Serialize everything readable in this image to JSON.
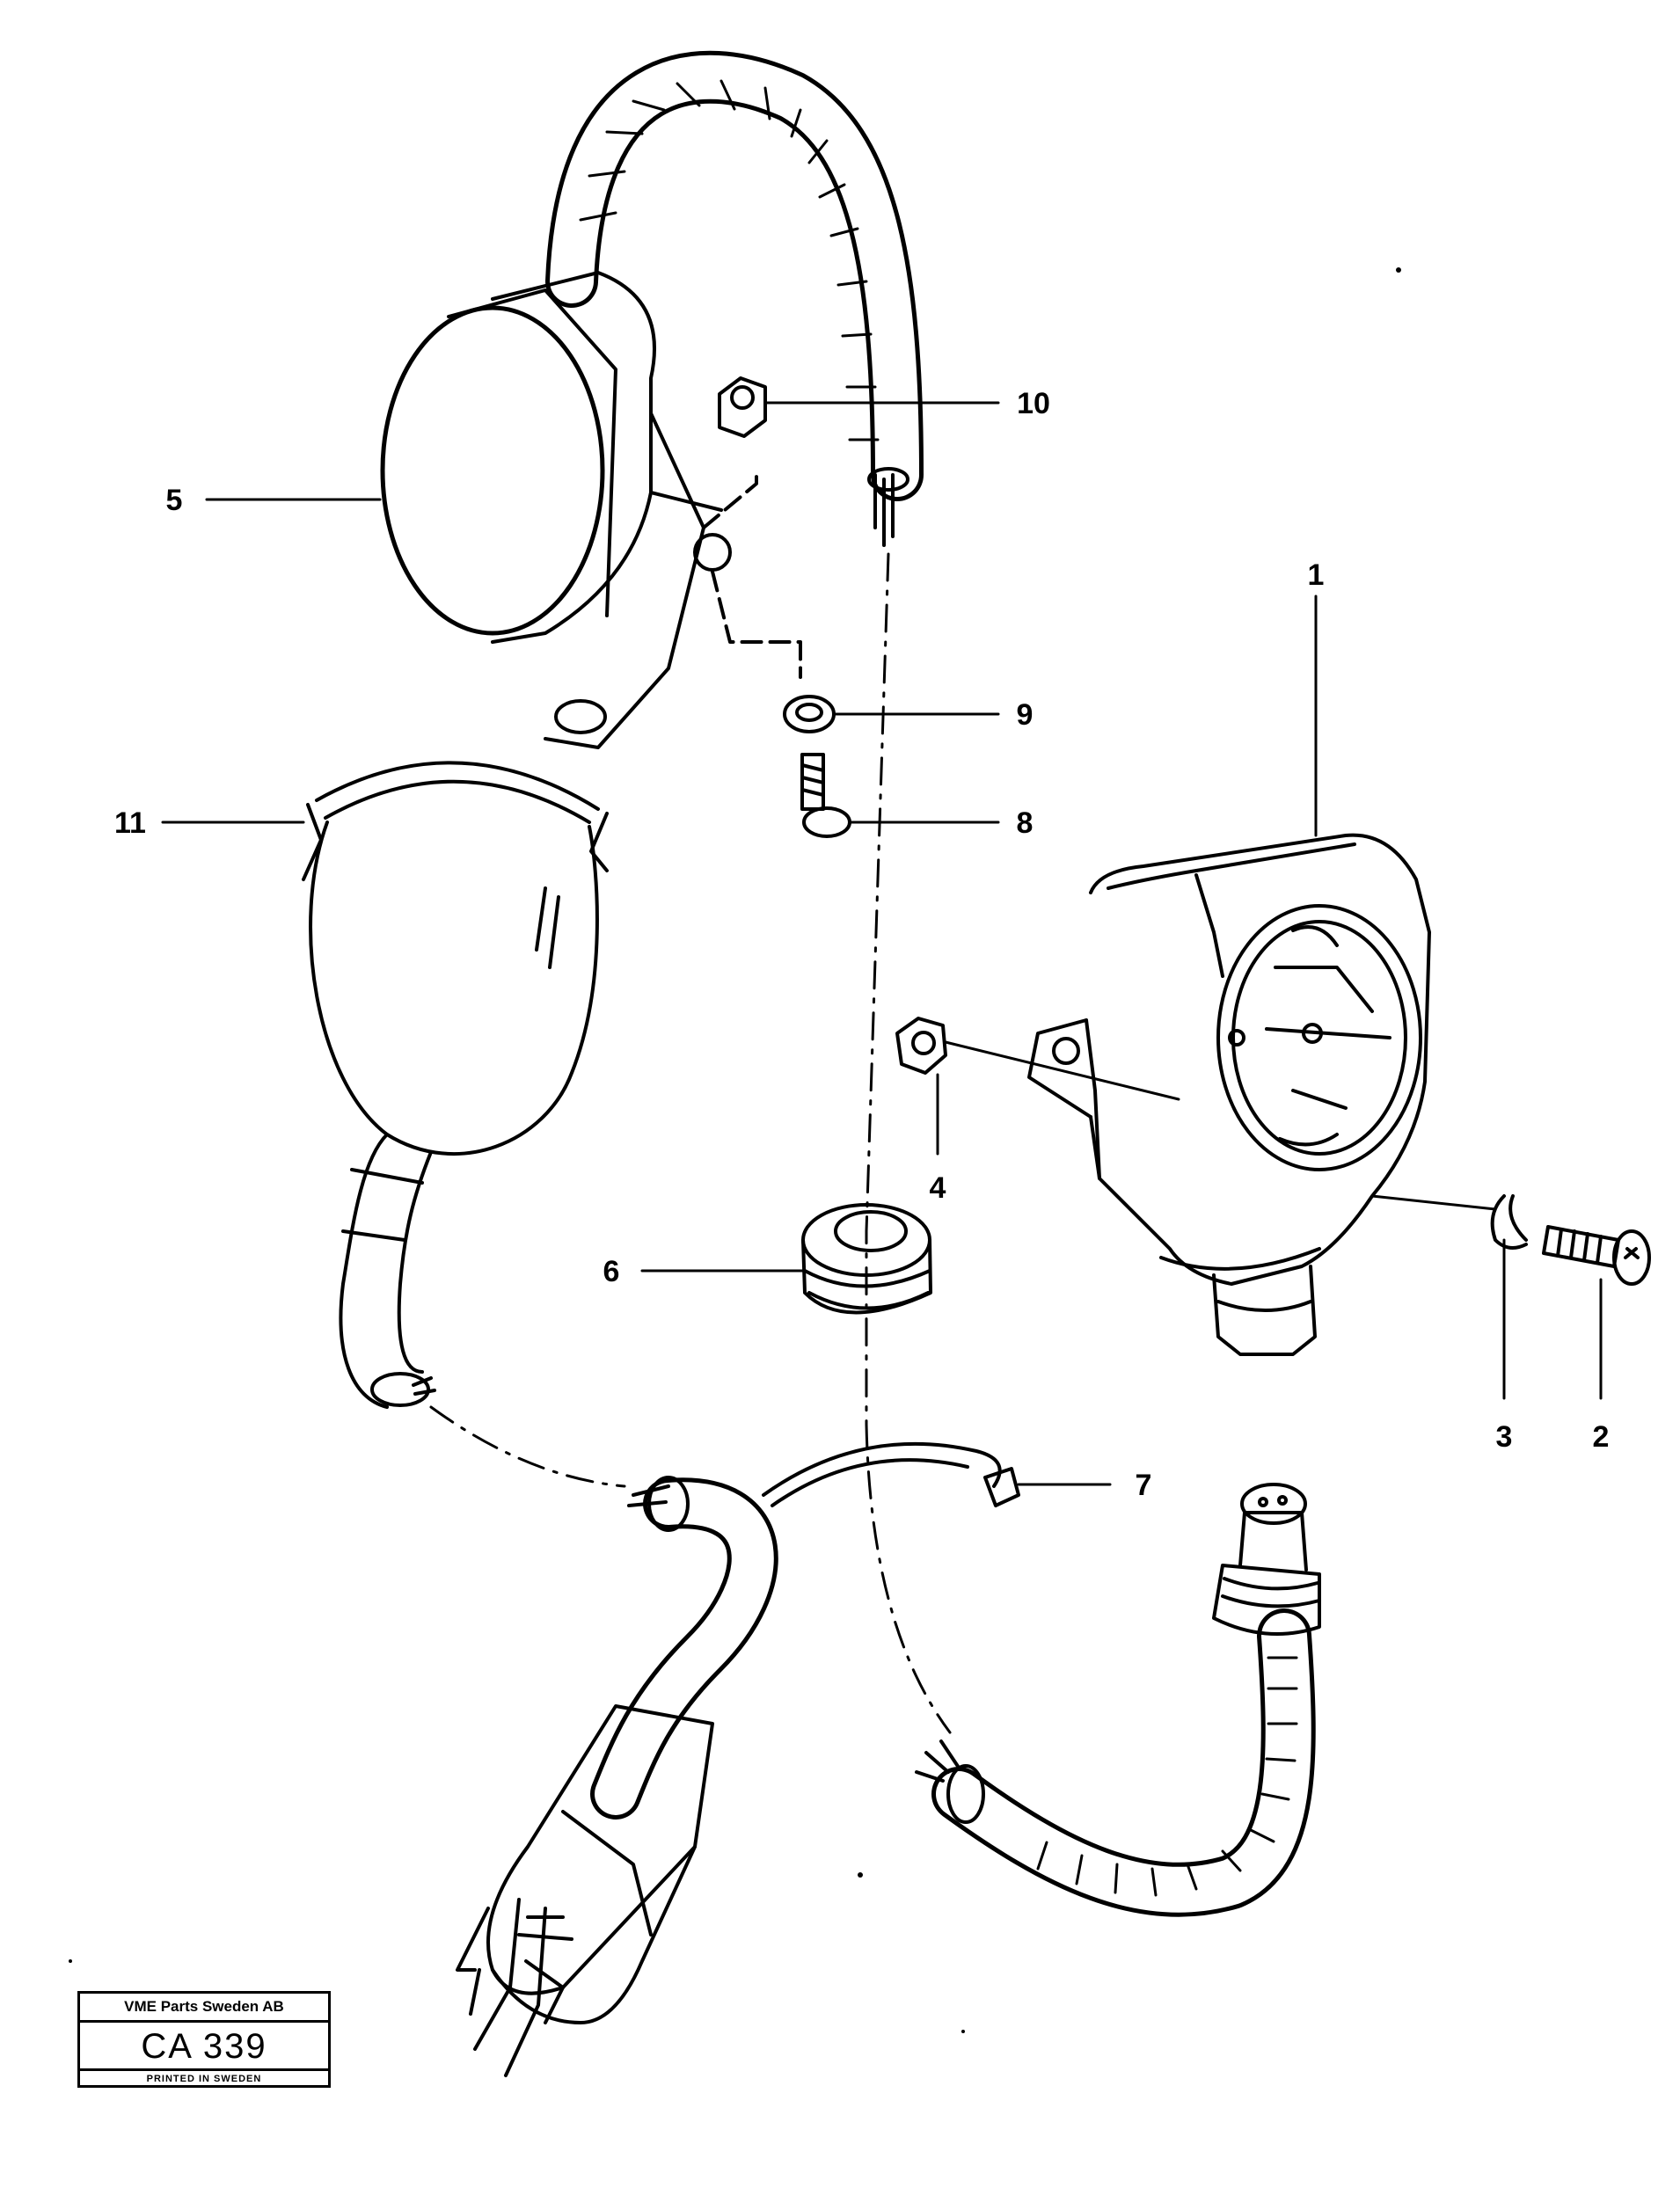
{
  "callouts": {
    "c1": "1",
    "c2": "2",
    "c3": "3",
    "c4": "4",
    "c5": "5",
    "c6": "6",
    "c7": "7",
    "c8": "8",
    "c9": "9",
    "c10": "10",
    "c11": "11"
  },
  "stamp": {
    "company": "VME Parts Sweden AB",
    "code": "CA 339",
    "printed": "PRINTED IN SWEDEN"
  }
}
